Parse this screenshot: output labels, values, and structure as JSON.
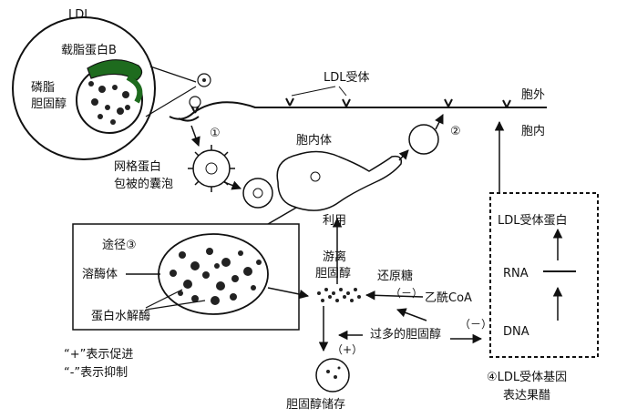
{
  "labels": {
    "ldl": "LDL",
    "apoB": "载脂蛋白B",
    "phospholipid": "磷脂",
    "cholesterol": "胆固醇",
    "ldl_receptor": "LDL受体",
    "outside": "胞外",
    "inside": "胞内",
    "endosome": "胞内体",
    "step1": "①",
    "step2": "②",
    "step3": "③",
    "coated_vesicle_1": "网格蛋白",
    "coated_vesicle_2": "包被的囊泡",
    "pathway3": "途径③",
    "lysosome": "溶酶体",
    "protease": "蛋白水解酶",
    "use": "利用",
    "free_chol_1": "游离",
    "free_chol_2": "胆固醇",
    "reductase": "还原糖",
    "minus1": "（－）",
    "acetyl_coa": "乙酰CoA",
    "excess_chol": "过多的胆固醇",
    "minus2": "（－）",
    "plus": "（+）",
    "storage": "胆固醇储存",
    "receptor_protein": "LDL受体蛋白",
    "rna": "RNA",
    "dna": "DNA",
    "gene_1": "④LDL受体基因",
    "gene_2": "表达果醋",
    "legend_plus": "“+”表示促进",
    "legend_minus": "“-”表示抑制"
  }
}
